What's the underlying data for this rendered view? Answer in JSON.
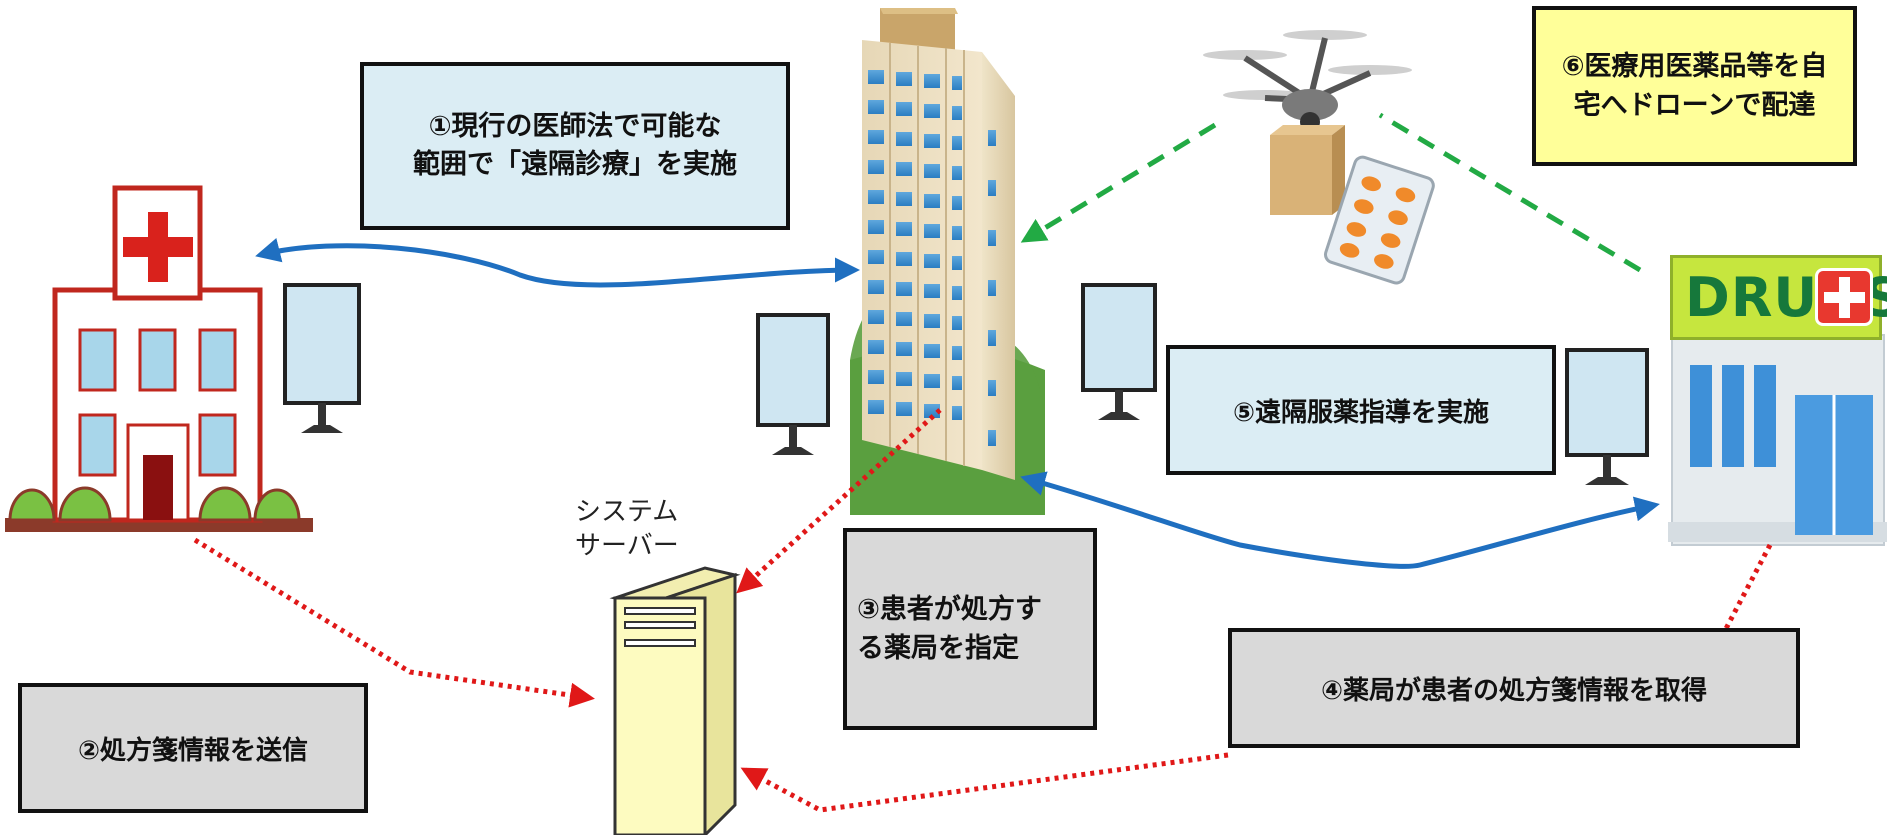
{
  "labels": {
    "step1": "①現行の医師法で可能な\n範囲で「遠隔診療」を実施",
    "step2": "②処方箋情報を送信",
    "step3": "③患者が処方す\nる薬局を指定",
    "step4": "④薬局が患者の処方箋情報を取得",
    "step5": "⑤遠隔服薬指導を実施",
    "step6": "⑥医療用医薬品等を自\n宅へドローンで配達",
    "server": "システム\nサーバー",
    "drugs_sign": "DRUGS"
  },
  "colors": {
    "info_box_blue": "#dbedf4",
    "info_box_gray": "#d9d9d9",
    "info_box_yellow": "#ffff99",
    "arrow_blue": "#1f6fc0",
    "arrow_red_dotted": "#e01818",
    "arrow_green_dashed": "#22aa44",
    "hospital_red": "#d9221c",
    "server_fill": "#fdfbc0",
    "pharmacy_green": "#c6e63e"
  },
  "icons": [
    "hospital-icon",
    "apartment-building-icon",
    "pharmacy-icon",
    "server-icon",
    "monitor-icon",
    "drone-icon",
    "medicine-blister-icon"
  ]
}
